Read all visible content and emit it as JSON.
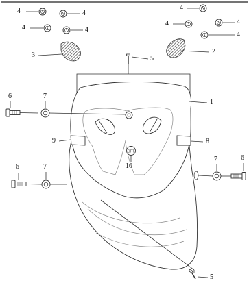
{
  "diagram": {
    "labels": {
      "upper_cover": "1",
      "right_reflector": "2",
      "left_reflector": "3",
      "nut_tl1": "4",
      "nut_tl2": "4",
      "nut_tl3": "4",
      "nut_tl4": "4",
      "nut_tr1": "4",
      "nut_tr2": "4",
      "nut_tr3": "4",
      "nut_tr4": "4",
      "screw_top": "5",
      "screw_bottom": "5",
      "bolt_upper_left": "6",
      "bolt_lower_left": "6",
      "bolt_lower_right": "6",
      "washer_upper_left": "7",
      "washer_lower_left": "7",
      "washer_lower_right": "7",
      "right_side_mark": "8",
      "left_side_mark": "9",
      "center_clip": "10"
    },
    "clip_marking": "CPT",
    "colors": {
      "line": "#333333",
      "reflector": "#555555",
      "background": "#ffffff"
    },
    "icons": [
      "hex-nut-icon",
      "screw-icon",
      "bolt-icon",
      "washer-icon",
      "reflector-icon"
    ]
  }
}
